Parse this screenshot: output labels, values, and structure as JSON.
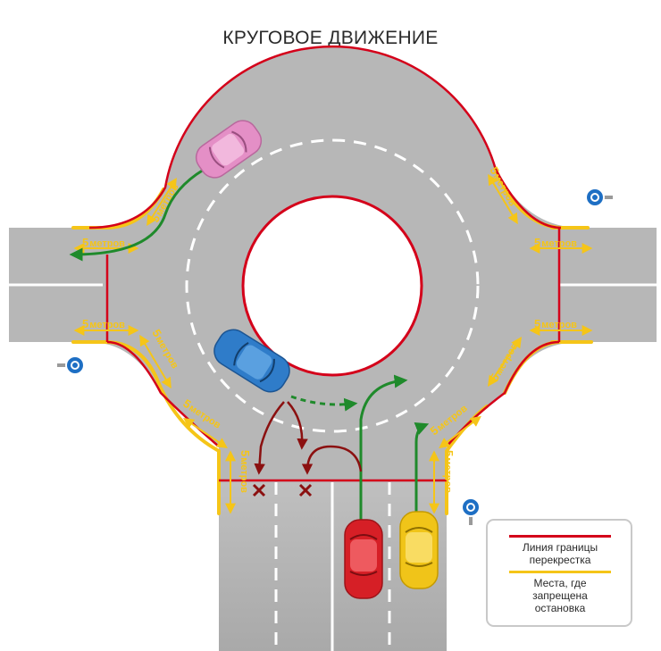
{
  "title": "КРУГОВОЕ ДВИЖЕНИЕ",
  "distance_labels": [
    {
      "number": "5",
      "unit": "метров"
    },
    {
      "number": "5",
      "unit": "метров"
    },
    {
      "number": "5",
      "unit": "метров"
    },
    {
      "number": "5",
      "unit": "метров"
    },
    {
      "number": "5",
      "unit": "метров"
    },
    {
      "number": "5",
      "unit": "метров"
    },
    {
      "number": "5",
      "unit": "метров"
    },
    {
      "number": "5",
      "unit": "метров"
    },
    {
      "number": "5",
      "unit": "метров"
    },
    {
      "number": "5",
      "unit": "метров"
    },
    {
      "number": "5",
      "unit": "метров"
    },
    {
      "number": "5",
      "unit": "метров"
    }
  ],
  "legend": {
    "boundary_line": {
      "text": "Линия границы\nперекрестка",
      "color": "#d4001a"
    },
    "no_stopping": {
      "text": "Места, где\nзапрещена\nостановка",
      "color": "#f5c518"
    }
  },
  "colors": {
    "road": "#b4b4b4",
    "boundary": "#d4001a",
    "no_stopping": "#f5c518",
    "permitted_path": "#1f8a2b",
    "forbidden_path": "#8b1010"
  },
  "vehicles": [
    {
      "name": "pink car",
      "color": "#e48fc6"
    },
    {
      "name": "blue car",
      "color": "#2f7cc9"
    },
    {
      "name": "red car",
      "color": "#d61f26"
    },
    {
      "name": "yellow car",
      "color": "#f0c419"
    }
  ],
  "signs": [
    "roundabout-sign",
    "roundabout-sign",
    "roundabout-sign",
    "roundabout-sign"
  ]
}
